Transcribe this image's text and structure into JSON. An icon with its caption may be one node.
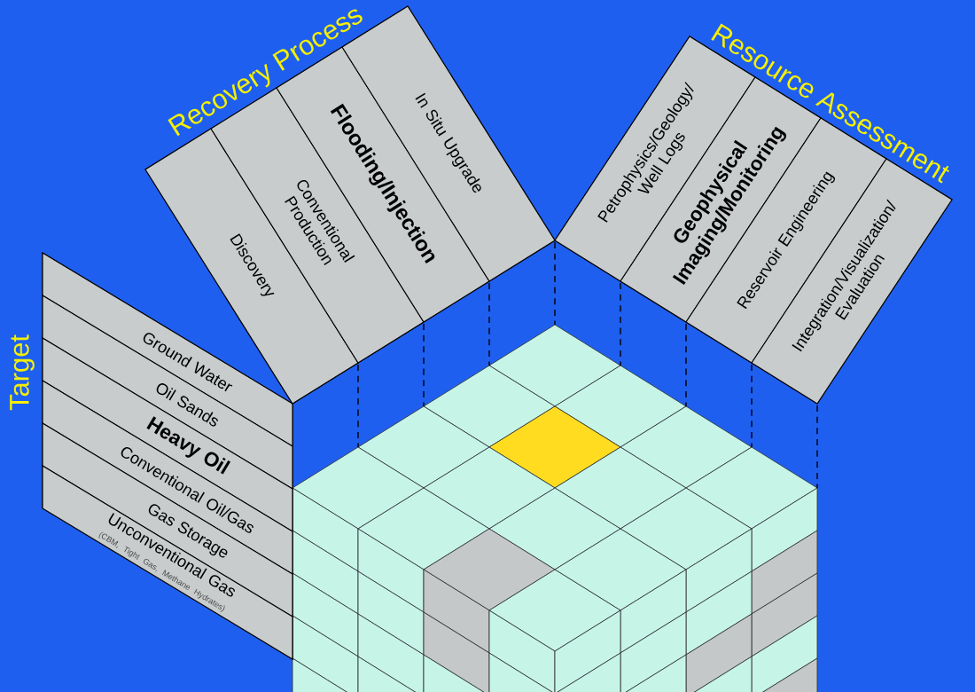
{
  "diagram": {
    "nodes": [
      {
        "text": [
          "Target"
        ]
      },
      {
        "text": [
          "Ground Water"
        ],
        "in": 0
      },
      {
        "text": [
          "Oil Sands"
        ],
        "in": 0
      },
      {
        "text": [
          "Heavy Oil"
        ],
        "in": 0
      },
      {
        "text": [
          "Conventional Oil/Gas"
        ],
        "in": 0
      },
      {
        "text": [
          "Gas Storage"
        ],
        "in": 0
      },
      {
        "text": [
          "Unconventional Gas",
          "(CBM, Tight Gas, Methane Hydrates)"
        ],
        "in": 0
      },
      {
        "text": [
          "Recovery Process"
        ]
      },
      {
        "text": [
          "Discovery"
        ],
        "in": 7
      },
      {
        "text": [
          "Conventional Production"
        ],
        "in": 7
      },
      {
        "text": [
          "Flooding/Injection"
        ],
        "in": 7
      },
      {
        "text": [
          "In Situ Upgrade"
        ],
        "in": 7
      },
      {
        "text": [
          "Resource Assessment"
        ]
      },
      {
        "text": [
          "Petrophysics/Geology/ Well Logs"
        ],
        "in": 12
      },
      {
        "text": [
          "Geophysical Imaging/Monitoring"
        ],
        "in": 12
      },
      {
        "text": [
          "Reservoir Engineering"
        ],
        "in": 12
      },
      {
        "text": [
          "Integration/Visualization/ Evaluation"
        ],
        "in": 12
      }
    ]
  }
}
